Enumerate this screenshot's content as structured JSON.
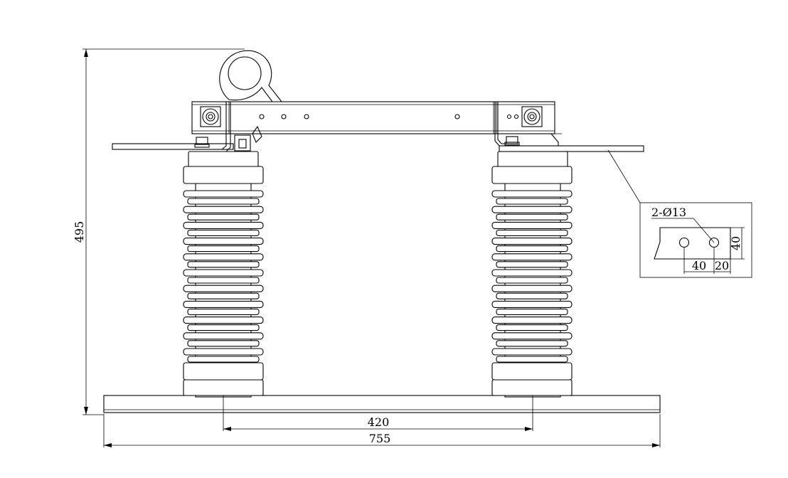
{
  "drawing": {
    "dimensions": {
      "height": "495",
      "insulator_spacing": "420",
      "base_length": "755"
    },
    "detail": {
      "holes": "2-Ø13",
      "width": "40",
      "hole_spacing": "40",
      "edge_offset": "20"
    }
  }
}
